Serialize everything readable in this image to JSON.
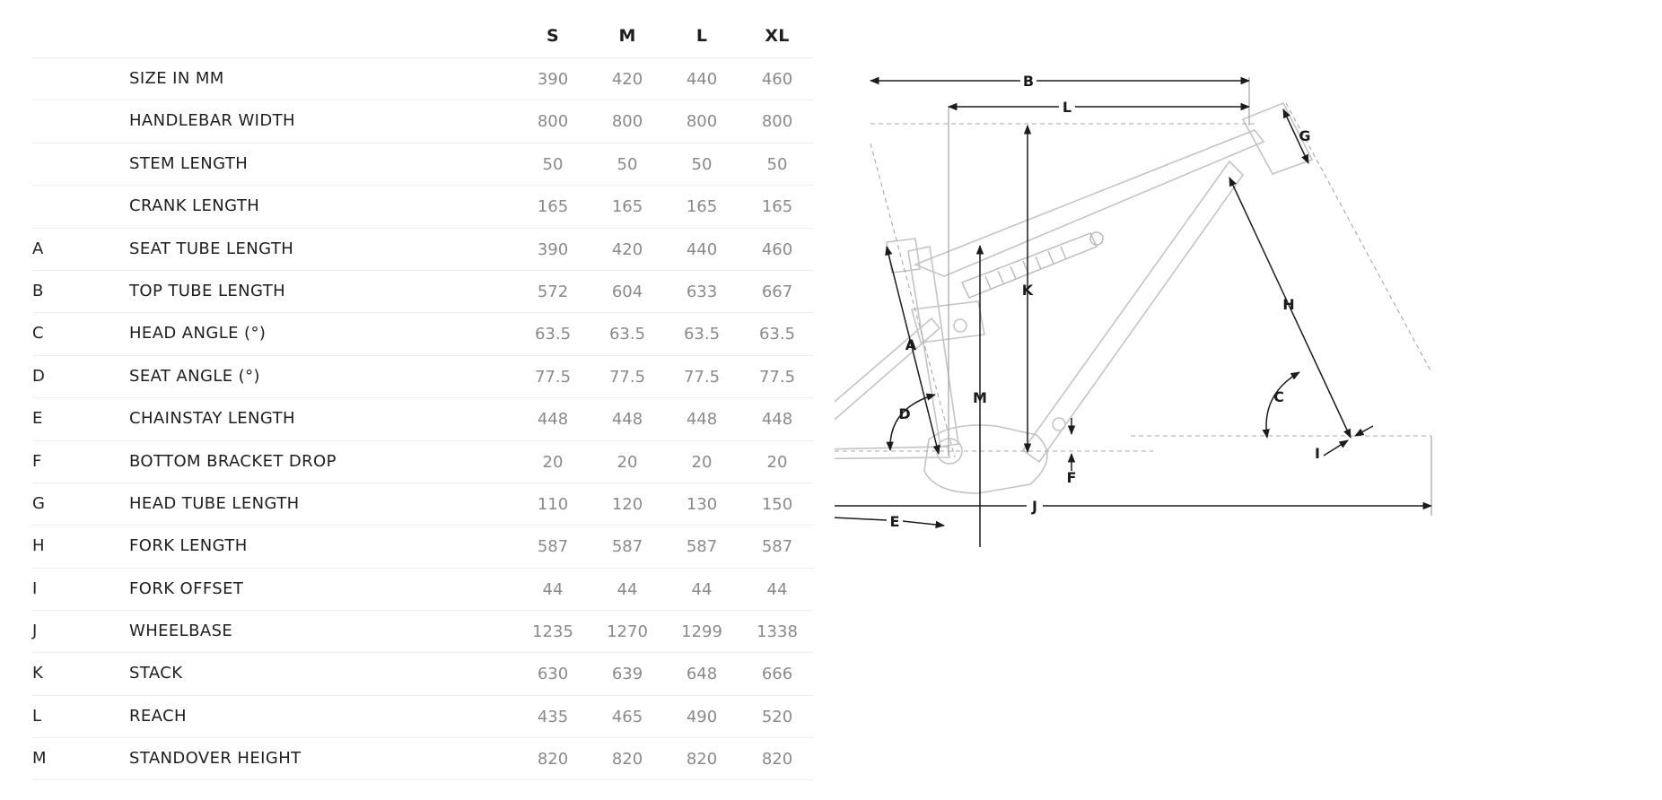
{
  "table": {
    "sizes": [
      "S",
      "M",
      "L",
      "XL"
    ],
    "rows": [
      {
        "letter": "",
        "label": "SIZE IN MM",
        "values": [
          "390",
          "420",
          "440",
          "460"
        ]
      },
      {
        "letter": "",
        "label": "HANDLEBAR WIDTH",
        "values": [
          "800",
          "800",
          "800",
          "800"
        ]
      },
      {
        "letter": "",
        "label": "STEM LENGTH",
        "values": [
          "50",
          "50",
          "50",
          "50"
        ]
      },
      {
        "letter": "",
        "label": "CRANK LENGTH",
        "values": [
          "165",
          "165",
          "165",
          "165"
        ]
      },
      {
        "letter": "A",
        "label": "SEAT TUBE LENGTH",
        "values": [
          "390",
          "420",
          "440",
          "460"
        ]
      },
      {
        "letter": "B",
        "label": "TOP TUBE LENGTH",
        "values": [
          "572",
          "604",
          "633",
          "667"
        ]
      },
      {
        "letter": "C",
        "label": "HEAD ANGLE (°)",
        "values": [
          "63.5",
          "63.5",
          "63.5",
          "63.5"
        ]
      },
      {
        "letter": "D",
        "label": "SEAT ANGLE (°)",
        "values": [
          "77.5",
          "77.5",
          "77.5",
          "77.5"
        ]
      },
      {
        "letter": "E",
        "label": "CHAINSTAY LENGTH",
        "values": [
          "448",
          "448",
          "448",
          "448"
        ]
      },
      {
        "letter": "F",
        "label": "BOTTOM BRACKET DROP",
        "values": [
          "20",
          "20",
          "20",
          "20"
        ]
      },
      {
        "letter": "G",
        "label": "HEAD TUBE LENGTH",
        "values": [
          "110",
          "120",
          "130",
          "150"
        ]
      },
      {
        "letter": "H",
        "label": "FORK LENGTH",
        "values": [
          "587",
          "587",
          "587",
          "587"
        ]
      },
      {
        "letter": "I",
        "label": "FORK OFFSET",
        "values": [
          "44",
          "44",
          "44",
          "44"
        ]
      },
      {
        "letter": "J",
        "label": "WHEELBASE",
        "values": [
          "1235",
          "1270",
          "1299",
          "1338"
        ]
      },
      {
        "letter": "K",
        "label": "STACK",
        "values": [
          "630",
          "639",
          "648",
          "666"
        ]
      },
      {
        "letter": "L",
        "label": "REACH",
        "values": [
          "435",
          "465",
          "490",
          "520"
        ]
      },
      {
        "letter": "M",
        "label": "STANDOVER HEIGHT",
        "values": [
          "820",
          "820",
          "820",
          "820"
        ]
      }
    ]
  },
  "diagram": {
    "labels": {
      "A": "A",
      "B": "B",
      "C": "C",
      "D": "D",
      "E": "E",
      "F": "F",
      "G": "G",
      "H": "H",
      "I": "I",
      "J": "J",
      "K": "K",
      "L": "L",
      "M": "M"
    },
    "colors": {
      "frame": "#c4c4c4",
      "dimension": "#1b1b1b",
      "guide": "#a8a8a8"
    }
  }
}
